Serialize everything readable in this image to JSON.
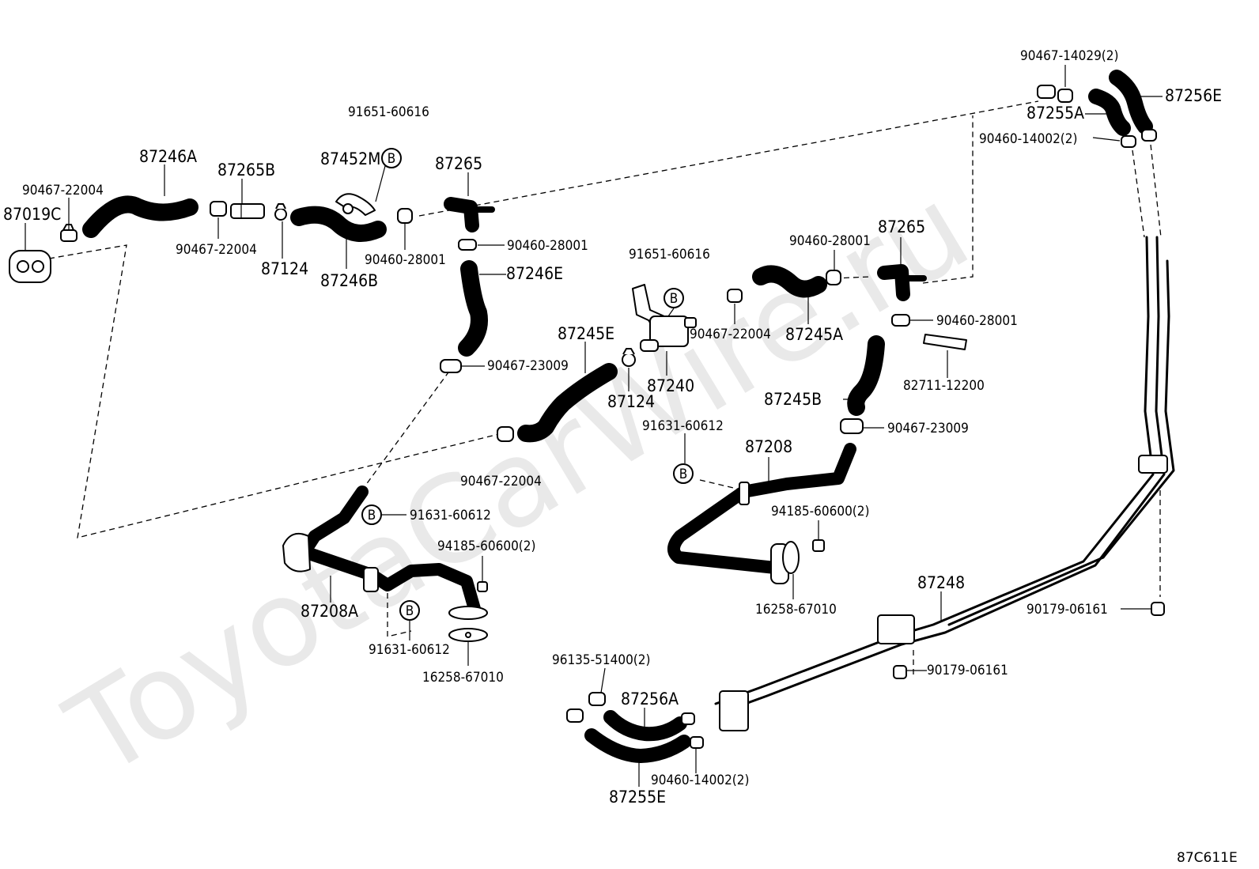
{
  "watermark": "ToyotaCarWire.ru",
  "figure_code": "87C611E",
  "labels": {
    "p_87019C": "87019C",
    "p_90467_22004_a": "90467-22004",
    "p_87246A": "87246A",
    "p_90467_22004_b": "90467-22004",
    "p_87265B": "87265B",
    "p_87124_a": "87124",
    "p_91651_60616_a": "91651-60616",
    "p_87452M": "87452M",
    "p_87246B": "87246B",
    "p_87265_a": "87265",
    "p_90460_28001_a": "90460-28001",
    "p_90460_28001_b": "90460-28001",
    "p_87246E": "87246E",
    "p_90467_23009_a": "90467-23009",
    "p_87245E": "87245E",
    "p_87124_b": "87124",
    "p_91651_60616_b": "91651-60616",
    "p_87240": "87240",
    "p_90467_22004_c": "90467-22004",
    "p_90467_22004_d": "90467-22004",
    "p_87245A": "87245A",
    "p_90460_28001_c": "90460-28001",
    "p_87265_b": "87265",
    "p_90460_28001_d": "90460-28001",
    "p_82711_12200": "82711-12200",
    "p_87245B": "87245B",
    "p_90467_23009_b": "90467-23009",
    "p_91631_60612_a": "91631-60612",
    "p_87208": "87208",
    "p_94185_60600_a": "94185-60600(2)",
    "p_16258_67010_a": "16258-67010",
    "p_91631_60612_b": "91631-60612",
    "p_94185_60600_b": "94185-60600(2)",
    "p_87208A": "87208A",
    "p_91631_60612_c": "91631-60612",
    "p_16258_67010_b": "16258-67010",
    "p_90467_14029": "90467-14029(2)",
    "p_87256E": "87256E",
    "p_87255A": "87255A",
    "p_90460_14002_a": "90460-14002(2)",
    "p_87248": "87248",
    "p_90179_06161_a": "90179-06161",
    "p_90179_06161_b": "90179-06161",
    "p_96135_51400": "96135-51400(2)",
    "p_87256A": "87256A",
    "p_90460_14002_b": "90460-14002(2)",
    "p_87255E": "87255E"
  },
  "ref_marker": "B"
}
